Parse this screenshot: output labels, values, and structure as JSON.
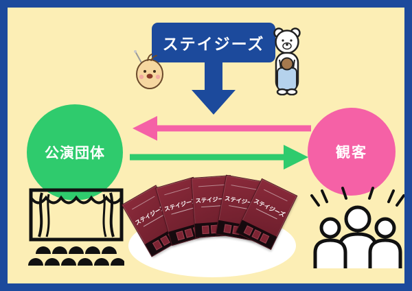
{
  "diagram": {
    "service": {
      "label": "ステイジーズ"
    },
    "performers": {
      "label": "公演団体"
    },
    "audience": {
      "label": "観客"
    },
    "ticket": {
      "title": "ステイジーズ"
    },
    "arrows": {
      "down": {
        "color": "#1c4a9c",
        "from": "service",
        "to": "between-nodes"
      },
      "to_performers": {
        "color": "#f561a6",
        "direction": "left"
      },
      "to_audience": {
        "color": "#2fcb6d",
        "direction": "right"
      }
    },
    "colors": {
      "border_blue": "#1c4a9c",
      "box_blue": "#1c4a9c",
      "green": "#2fcb6d",
      "pink": "#f561a6",
      "background_cream": "#fceeb5",
      "ticket_maroon": "#7c2433",
      "ink": "#111111"
    }
  }
}
